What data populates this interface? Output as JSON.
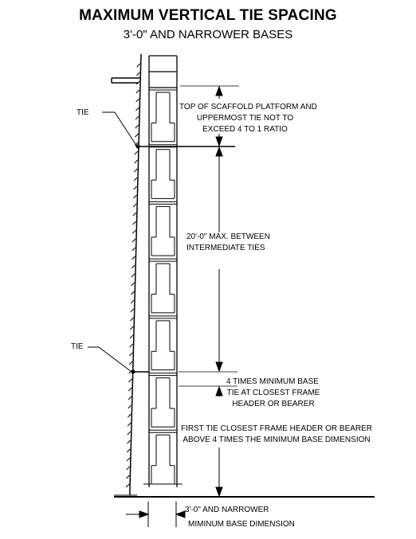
{
  "title": "MAXIMUM VERTICAL TIE SPACING",
  "subtitle": "3'-0\" AND NARROWER BASES",
  "labels": {
    "tie_upper": "TIE",
    "tie_lower": "TIE",
    "top_note_line1": "TOP OF SCAFFOLD PLATFORM AND",
    "top_note_line2": "UPPERMOST TIE NOT TO",
    "top_note_line3": "EXCEED 4 TO 1 RATIO",
    "mid_note_line1": "20'-0\" MAX. BETWEEN",
    "mid_note_line2": "INTERMEDIATE TIES",
    "base_note_line1": "4 TIMES MINIMUM BASE",
    "base_note_line2": "TIE AT CLOSEST FRAME",
    "base_note_line3": "HEADER OR BEARER",
    "first_tie_line1": "FIRST TIE CLOSEST FRAME HEADER OR BEARER",
    "first_tie_line2": "ABOVE 4 TIMES THE MINIMUM BASE DIMENSION",
    "width_line1": "3'-0\" AND NARROWER",
    "width_line2": "MIMINUM BASE DIMENSION"
  },
  "frame_count": 7
}
